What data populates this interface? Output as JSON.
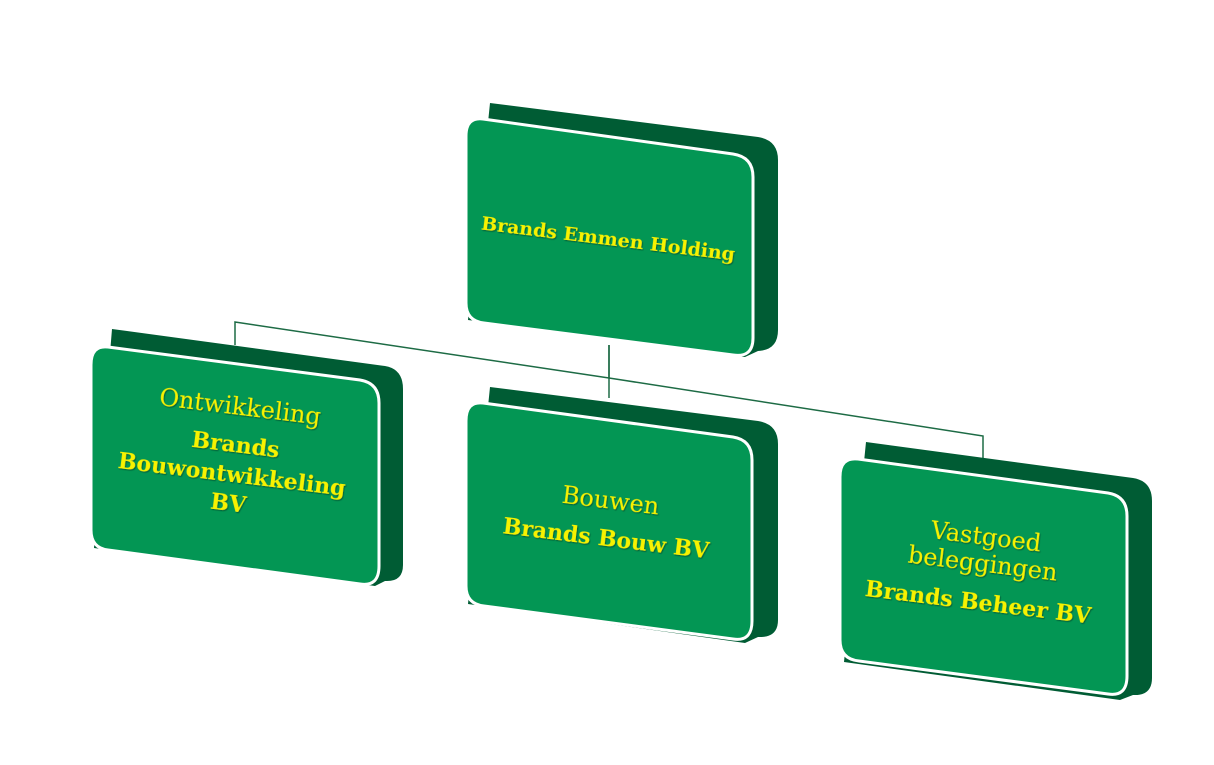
{
  "colors": {
    "box_face": "#039654",
    "box_side": "#005c34",
    "box_border": "#ffffff",
    "connector": "#1d6b45",
    "text": "#f7f200"
  },
  "org_chart": {
    "root": {
      "company": "Brands Emmen Holding"
    },
    "children": [
      {
        "department": "Ontwikkeling",
        "company_lines": [
          "Brands",
          "Bouwontwikkeling",
          "BV"
        ]
      },
      {
        "department": "Bouwen",
        "company_lines": [
          "Brands Bouw BV"
        ]
      },
      {
        "department_lines": [
          "Vastgoed",
          "beleggingen"
        ],
        "company_lines": [
          "Brands Beheer BV"
        ]
      }
    ]
  }
}
